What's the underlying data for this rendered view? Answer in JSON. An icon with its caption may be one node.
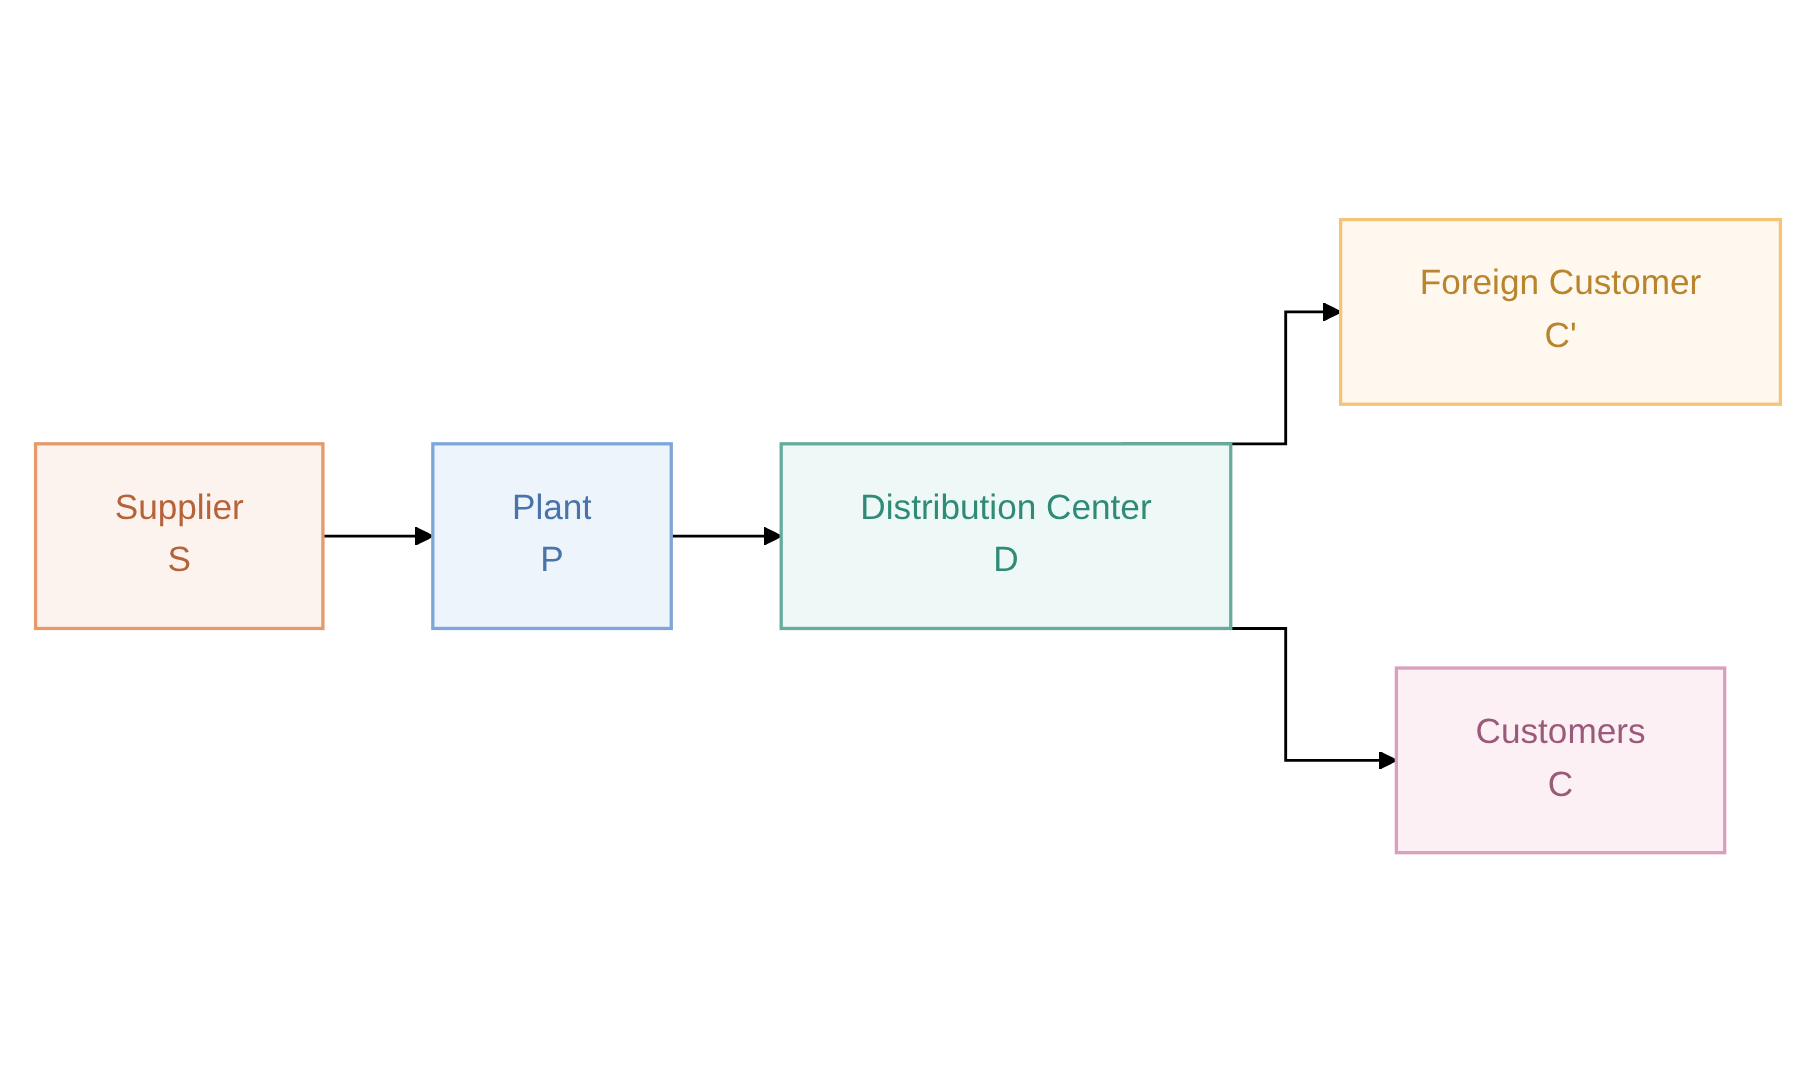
{
  "diagram": {
    "nodes": [
      {
        "text": [
          "Supplier",
          "S"
        ]
      },
      {
        "text": [
          "Plant",
          "P"
        ]
      },
      {
        "text": [
          "Distribution Center",
          "D"
        ]
      },
      {
        "text": [
          "Foreign Customer",
          "C'"
        ]
      },
      {
        "text": [
          "Customers",
          "C"
        ]
      }
    ],
    "edges": [
      {
        "from": 0,
        "to": 1,
        "arrow": "to"
      },
      {
        "from": 1,
        "to": 2,
        "arrow": "to"
      },
      {
        "from": 2,
        "to": 3,
        "arrow": "to"
      },
      {
        "from": 2,
        "to": 4,
        "arrow": "to"
      }
    ]
  }
}
